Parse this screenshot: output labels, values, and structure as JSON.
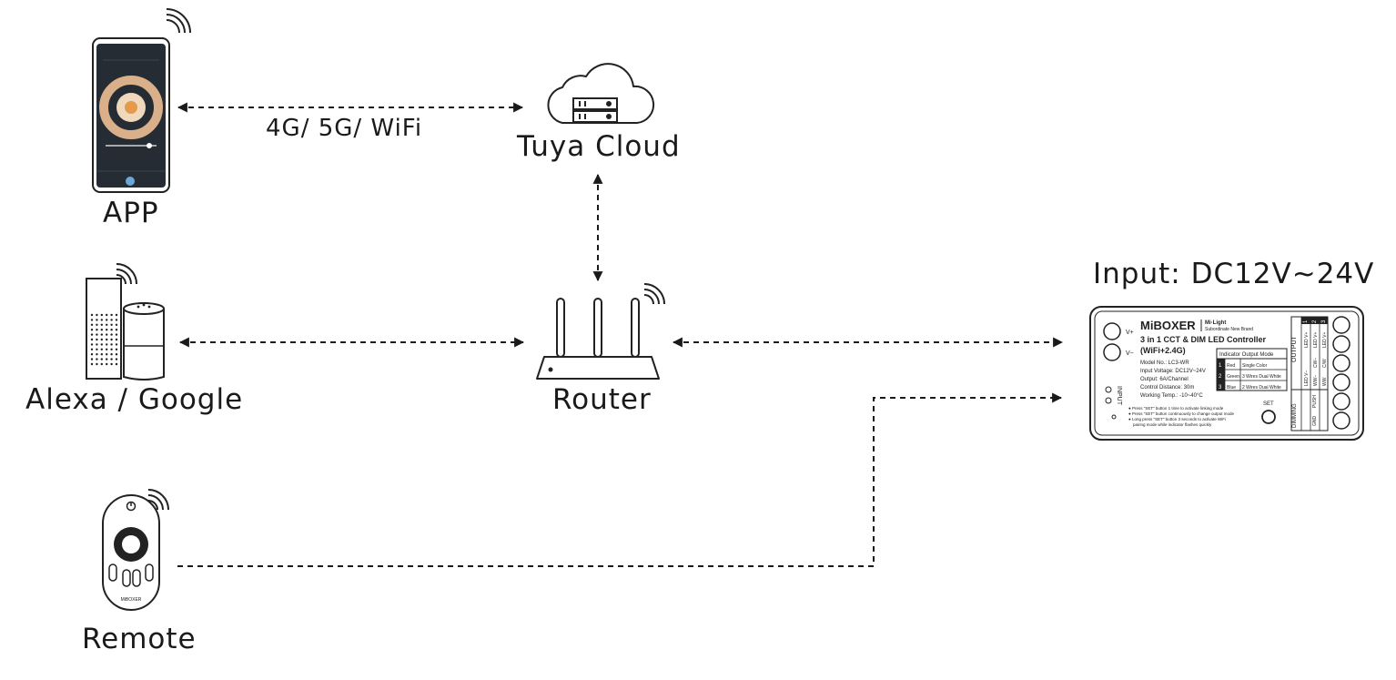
{
  "labels": {
    "app": "APP",
    "cloud": "Tuya Cloud",
    "link": "4G/ 5G/ WiFi",
    "alexa": "Alexa / Google",
    "router": "Router",
    "remote": "Remote",
    "input": "Input: DC12V~24V"
  },
  "controller": {
    "brand": "MiBOXER",
    "brand_sub_1": "Mi·Light",
    "brand_sub_2": "Subordinate New Brand",
    "title_1": "3 in 1 CCT & DIM LED Controller",
    "title_2": "(WiFi+2.4G)",
    "specs": [
      "Model No.: LC3-WR",
      "Input Voltage: DC12V~24V",
      "Output: 6A/Channel",
      "Control Distance: 30m",
      "Working Temp.: -10~40°C"
    ],
    "indicator_header": "Indicator Output Mode",
    "indicator_rows": [
      {
        "num": "1",
        "color": "Red",
        "mode": "Single Color"
      },
      {
        "num": "2",
        "color": "Green",
        "mode": "3 Wires Dual White"
      },
      {
        "num": "3",
        "color": "Blue",
        "mode": "2 Wires Dual White"
      }
    ],
    "notes": [
      "● Press \"SET\" button 1 time to activate linking mode",
      "● Press \"SET\" button continuously to change output mode",
      "● Long press \"SET\" button 3 seconds to activate WiFi",
      "pairing mode while indicator flashes quickly"
    ],
    "set_label": "SET",
    "vplus": "V+",
    "vminus": "V−",
    "input_side": "INPUT",
    "output_label": "OUTPUT",
    "dimming_label": "DIMMING",
    "output_cols": [
      {
        "num": "1",
        "rows": [
          "LED V+",
          "LED V−"
        ]
      },
      {
        "num": "2",
        "rows": [
          "LED V+",
          "CW−",
          "WW−"
        ]
      },
      {
        "num": "3",
        "rows": [
          "LED V+",
          "C/W",
          "WW"
        ]
      }
    ],
    "push": "PUSH",
    "gnd": "GND"
  },
  "remote": {
    "brand": "MiBOXER"
  }
}
